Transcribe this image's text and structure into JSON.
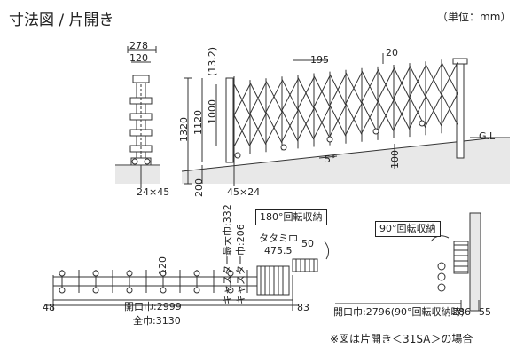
{
  "header": {
    "title": "寸法図 / 片開き",
    "unit": "（単位：mm）"
  },
  "side_view": {
    "width_278": "278",
    "width_120": "120",
    "base_24x45": "24×45"
  },
  "front_view": {
    "dim_13_2": "(13.2)",
    "dim_195": "195",
    "dim_20": "20",
    "dim_1320": "1320",
    "dim_1120": "1120",
    "dim_1000": "1000",
    "dim_200": "200",
    "dim_45x24": "45×24",
    "angle_5": "5°",
    "dim_100": "100",
    "ground_label": "G.L"
  },
  "plan_view": {
    "rotation_180": "180°回転収納",
    "caster_max_width": "キャスター最大巾:332",
    "caster_width": "キャスター巾:206",
    "tatami_width": "タタミ巾",
    "tatami_value": "475.5",
    "dim_50": "50",
    "dim_120": "120",
    "dim_48": "48",
    "opening_width": "開口巾:2999",
    "total_width": "全巾:3130",
    "dim_83": "83"
  },
  "plan_90": {
    "rotation_90": "90°回転収納",
    "opening_width_90": "開口巾:2796(90°回転収納時)",
    "dim_286": "286",
    "dim_55": "55"
  },
  "footnote": "※図は片開き＜31SA＞の場合"
}
